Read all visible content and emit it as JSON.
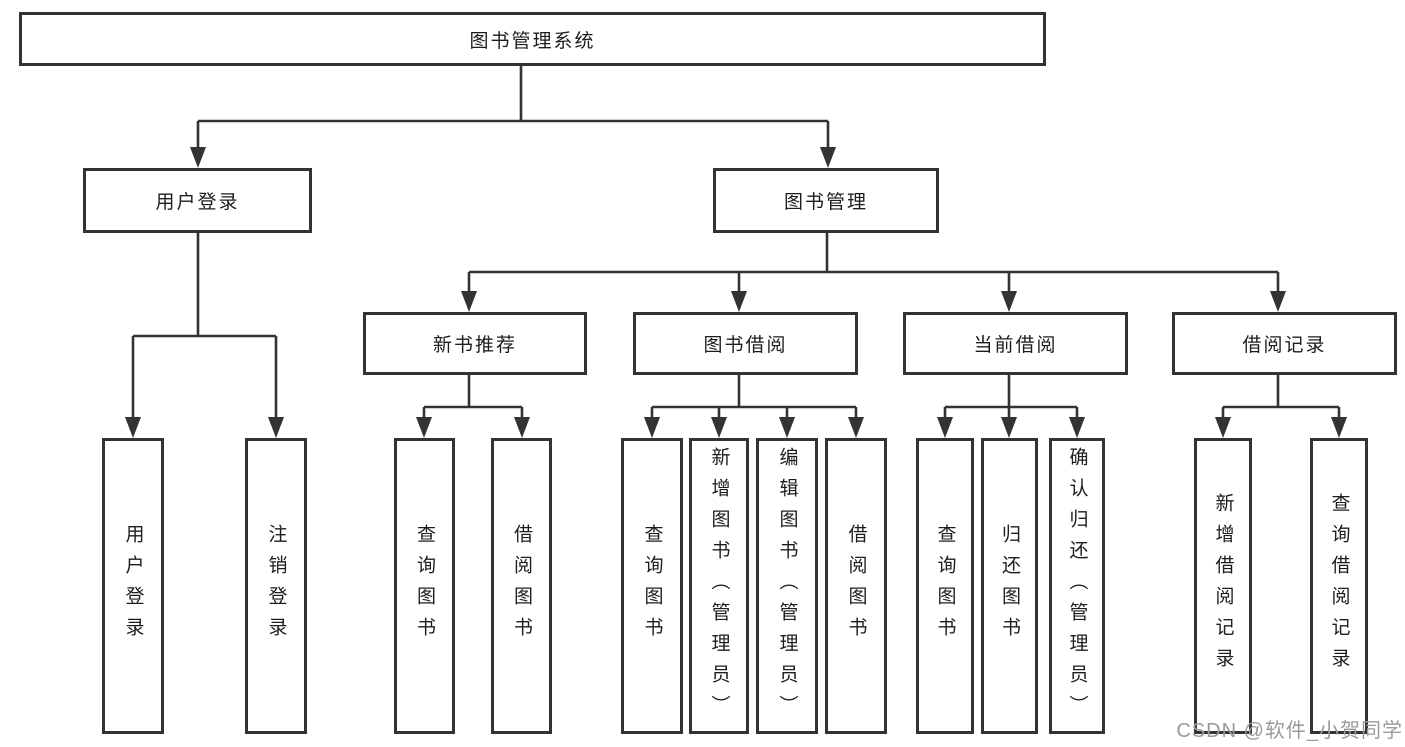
{
  "diagram": {
    "colors": {
      "line": "#333333",
      "text": "#1d1d1d",
      "box_bg": "#ffffff",
      "background": "#ffffff",
      "watermark": "#9a9a9a"
    },
    "tree": {
      "label": "图书管理系统",
      "children": [
        {
          "label": "用户登录",
          "children": [
            {
              "label": "用户登录"
            },
            {
              "label": "注销登录"
            }
          ]
        },
        {
          "label": "图书管理",
          "children": [
            {
              "label": "新书推荐",
              "children": [
                {
                  "label": "查询图书"
                },
                {
                  "label": "借阅图书"
                }
              ]
            },
            {
              "label": "图书借阅",
              "children": [
                {
                  "label": "查询图书"
                },
                {
                  "label": "新增图书（管理员）"
                },
                {
                  "label": "编辑图书（管理员）"
                },
                {
                  "label": "借阅图书"
                }
              ]
            },
            {
              "label": "当前借阅",
              "children": [
                {
                  "label": "查询图书"
                },
                {
                  "label": "归还图书"
                },
                {
                  "label": "确认归还（管理员）"
                }
              ]
            },
            {
              "label": "借阅记录",
              "children": [
                {
                  "label": "新增借阅记录"
                },
                {
                  "label": "查询借阅记录"
                }
              ]
            }
          ]
        }
      ]
    },
    "watermark": "CSDN @软件_小贺同学"
  }
}
